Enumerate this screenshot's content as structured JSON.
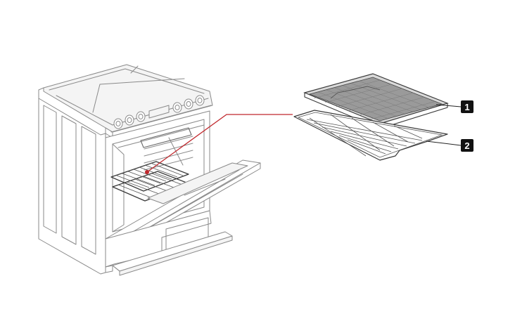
{
  "figure": {
    "subject": "range-oven-with-door-open",
    "accessories": [
      {
        "callout": "1",
        "item": "air-fry-tray"
      },
      {
        "callout": "2",
        "item": "oven-rack"
      }
    ],
    "colors": {
      "leader_line": "#c0282d",
      "callout_badge": "#111111",
      "callout_text": "#ffffff",
      "outline": "#8a8a8a"
    }
  }
}
